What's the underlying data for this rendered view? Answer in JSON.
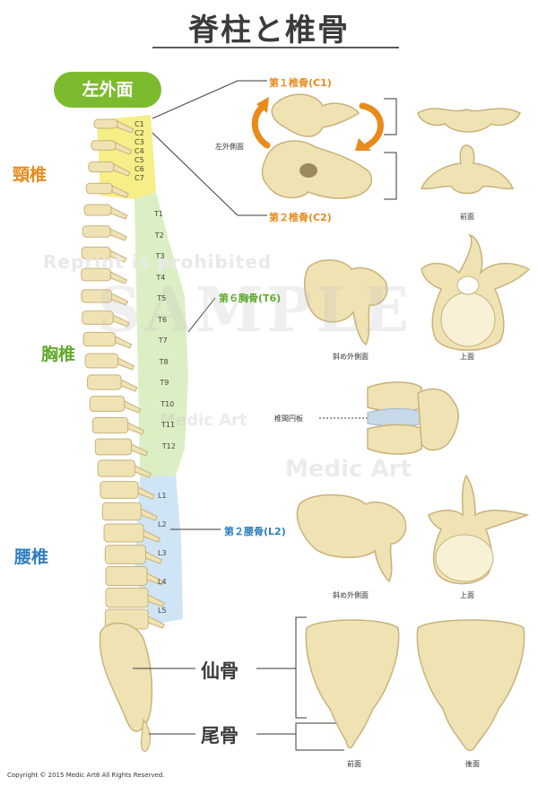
{
  "title": "脊柱と椎骨",
  "view_badge": "左外面",
  "regions": {
    "cervical": {
      "label": "頸椎",
      "color": "#e78b1d"
    },
    "thoracic": {
      "label": "胸椎",
      "color": "#61a92c"
    },
    "lumbar": {
      "label": "腰椎",
      "color": "#2f7fbf"
    }
  },
  "vertebra_labels": {
    "cervical": [
      "C1",
      "C2",
      "C3",
      "C4",
      "C5",
      "C6",
      "C7"
    ],
    "thoracic": [
      "T1",
      "T2",
      "T3",
      "T4",
      "T5",
      "T6",
      "T7",
      "T8",
      "T9",
      "T10",
      "T11",
      "T12"
    ],
    "lumbar": [
      "L1",
      "L2",
      "L3",
      "L4",
      "L5"
    ]
  },
  "callouts": {
    "atlas": "第１椎骨(C1)",
    "axis": "第２椎骨(C2)",
    "t6": "第６胸骨(T6)",
    "l2": "第２腰骨(L2)",
    "disc": "椎間円板",
    "sacrum": "仙骨",
    "coccyx": "尾骨"
  },
  "captions": {
    "left_lateral": "左外側面",
    "front": "前面",
    "oblique_1": "斜め外側面",
    "top_1": "上面",
    "oblique_2": "斜め外側面",
    "top_2": "上面",
    "sacrum_front": "前面",
    "sacrum_back": "後面"
  },
  "watermarks": {
    "reprint": "Reprint is prohibited",
    "sample": "SAMPLE",
    "medic_art_1": "Medic Art",
    "medic_art_2": "Medic Art"
  },
  "copyright": "Copyright © 2015 Medic Art8 All Rights Reserved.",
  "colors": {
    "bone": "#efe3b4",
    "bone_dark": "#c9b27a",
    "bone_light": "#f8f1d6",
    "cervical_zone": "#f6ee86",
    "thoracic_zone": "#dcefc4",
    "lumbar_zone": "#cfe5f5",
    "arrow_orange": "#e98b1c",
    "line": "#3a3a3a"
  }
}
